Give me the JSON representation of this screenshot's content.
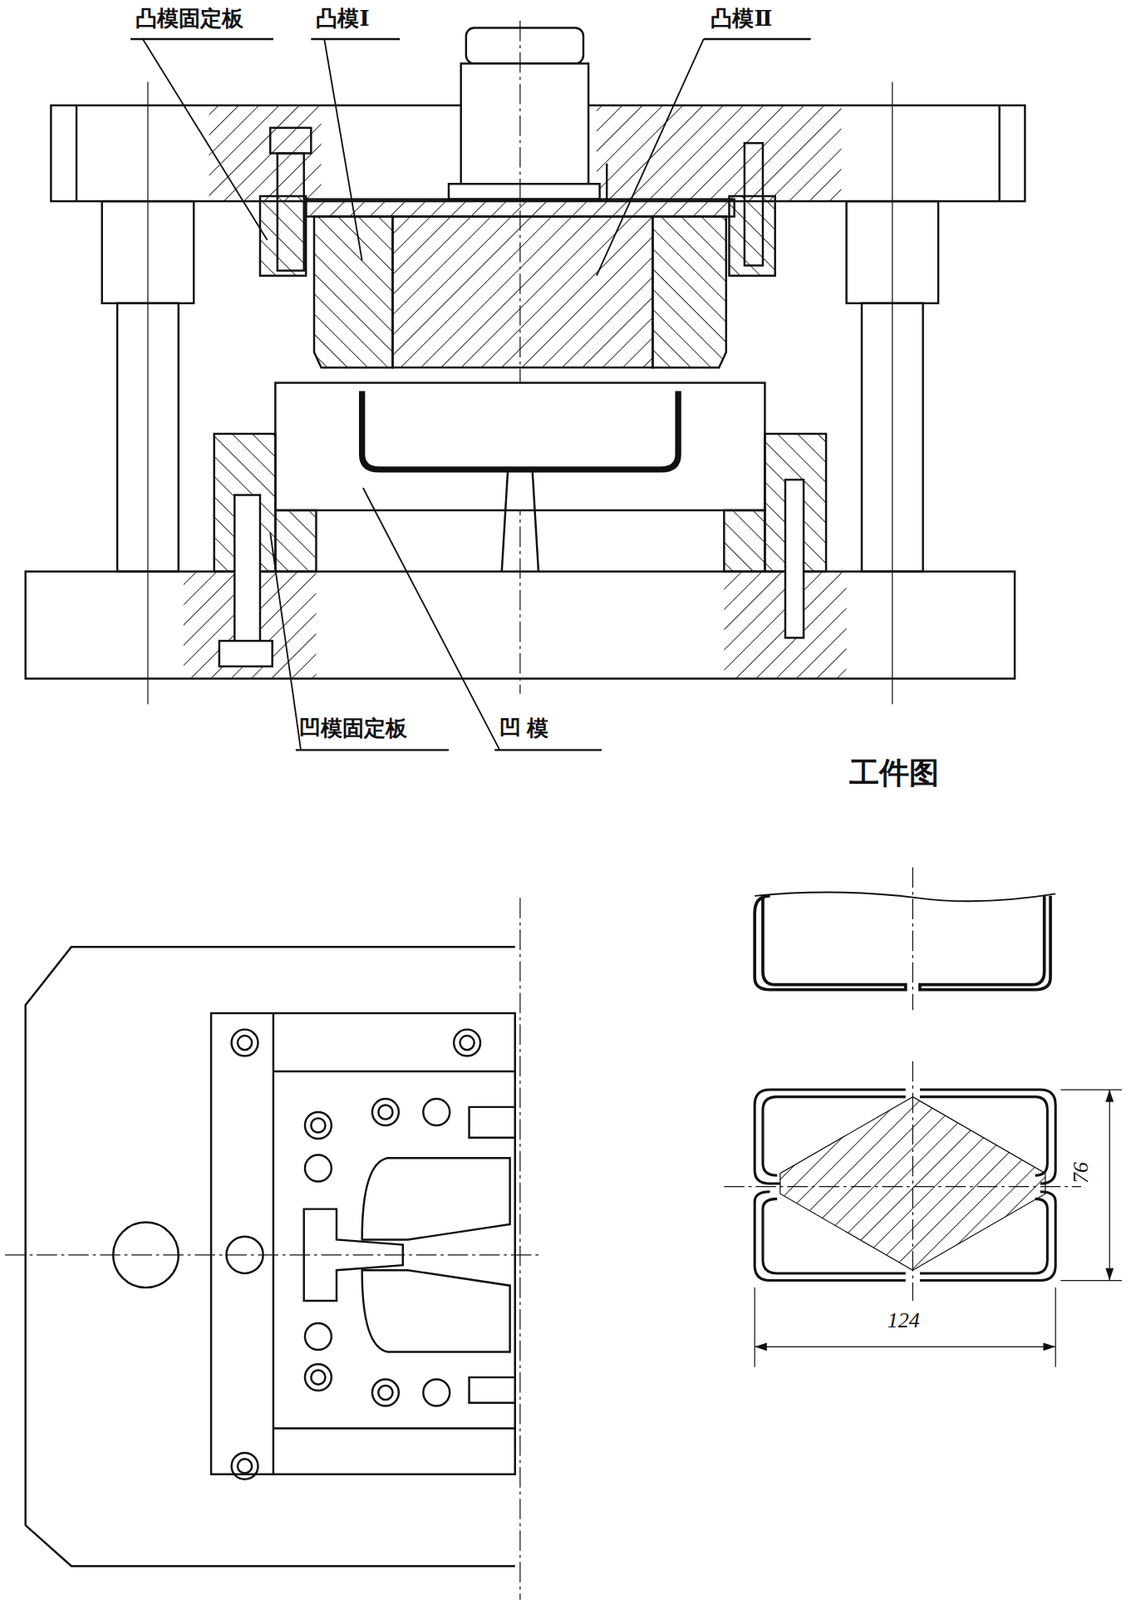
{
  "diagram": {
    "labels": [
      "凸模固定板",
      "凸模Ⅰ",
      "凸模Ⅱ",
      "凹模固定板",
      "凹 模",
      "工件图",
      "124",
      "76"
    ]
  }
}
